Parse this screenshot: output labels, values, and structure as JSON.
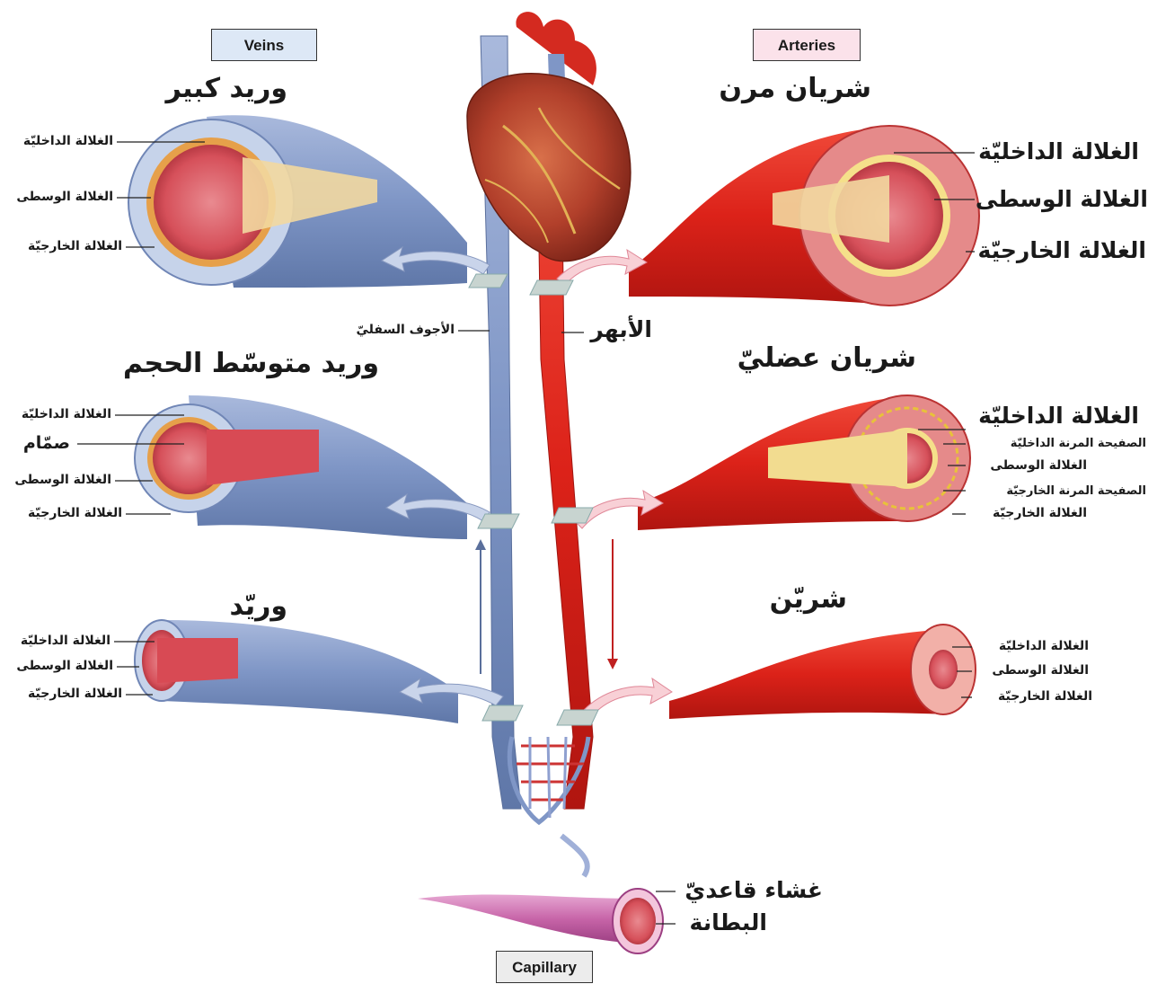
{
  "category_tags": {
    "veins": "Veins",
    "arteries": "Arteries",
    "capillary": "Capillary"
  },
  "veins": {
    "large_vein": {
      "title": "وريد كبير",
      "layers": [
        "الغلالة الداخليّة",
        "الغلالة الوسطى",
        "الغلالة الخارجيّة"
      ]
    },
    "medium_vein": {
      "title": "وريد متوسّط الحجم",
      "layers": [
        "الغلالة الداخليّة",
        "صمّام",
        "الغلالة الوسطى",
        "الغلالة الخارجيّة"
      ]
    },
    "venule": {
      "title": "وريّد",
      "layers": [
        "الغلالة الداخليّة",
        "الغلالة الوسطى",
        "الغلالة الخارجيّة"
      ]
    },
    "vena_cava_label": "الأجوف السفليّ"
  },
  "arteries": {
    "elastic_artery": {
      "title": "شريان مرن",
      "layers": [
        "الغلالة الداخليّة",
        "الغلالة الوسطى",
        "الغلالة الخارجيّة"
      ]
    },
    "muscular_artery": {
      "title": "شريان عضليّ",
      "layers": [
        "الغلالة الداخليّة",
        "الصفيحة المرنة الداخليّة",
        "الغلالة الوسطى",
        "الصفيحة المرنة الخارجيّة",
        "الغلالة الخارجيّة"
      ]
    },
    "arteriole": {
      "title": "شريّن",
      "layers": [
        "الغلالة الداخليّة",
        "الغلالة الوسطى",
        "الغلالة الخارجيّة"
      ]
    },
    "aorta_label": "الأبهر"
  },
  "capillary": {
    "layers": [
      "غشاء قاعديّ",
      "البطانة"
    ]
  },
  "colors": {
    "vein": "#8098c8",
    "artery": "#e0261e",
    "capillary": "#c060a0",
    "tag_veins": "#dde8f6",
    "tag_arteries": "#fbe2ea",
    "tag_capillary": "#ececec"
  }
}
